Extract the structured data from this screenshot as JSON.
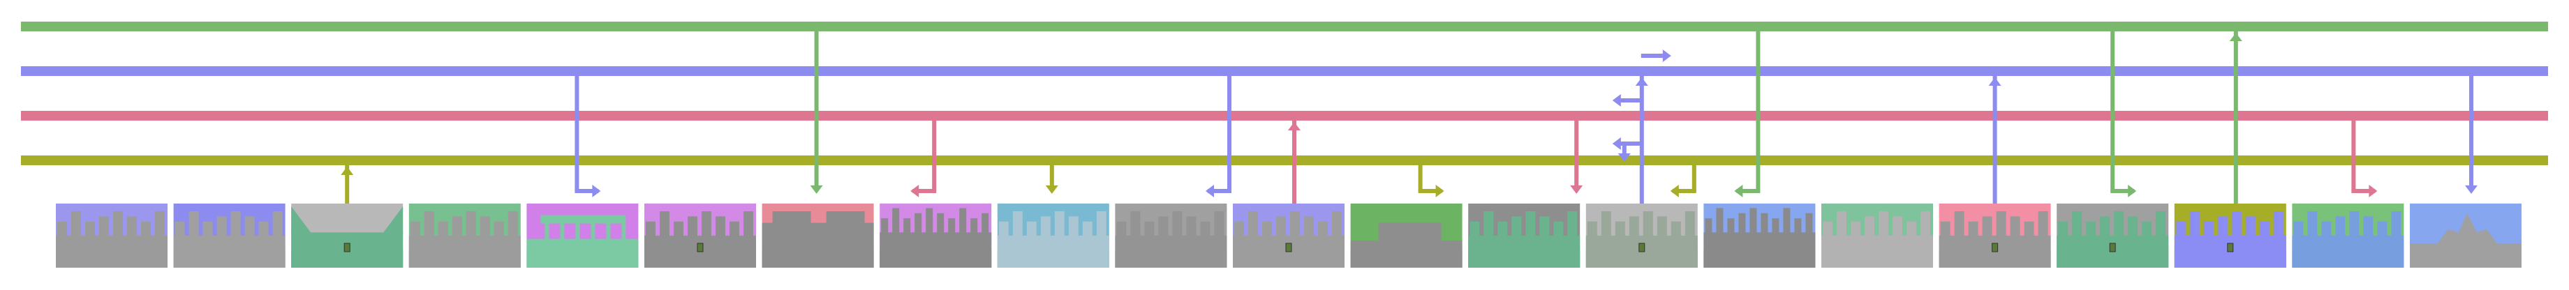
{
  "buses": [
    {
      "name": "green-bus",
      "color": "#7ab86e"
    },
    {
      "name": "blue-bus",
      "color": "#8c8cf0"
    },
    {
      "name": "pink-bus",
      "color": "#de7591"
    },
    {
      "name": "olive-bus",
      "color": "#a6ad26"
    }
  ],
  "frames": [
    {
      "id": 1,
      "sky": "#9b97ef",
      "ground": "#9e9e9e",
      "skyline": "#9b9b9b",
      "mode": "upper"
    },
    {
      "id": 2,
      "sky": "#8c8cf0",
      "ground": "#a0a0a0",
      "skyline": "#a0a0a0",
      "mode": "upper"
    },
    {
      "id": 3,
      "sky": "#b8b8b8",
      "ground": "#6ab38f",
      "skyline": "#6ab38f",
      "mode": "cliff"
    },
    {
      "id": 4,
      "sky": "#78c08f",
      "ground": "#a3a3a3",
      "skyline": "#9c9c9c",
      "mode": "upper"
    },
    {
      "id": 5,
      "sky": "#d080e8",
      "ground": "#7ccaa4",
      "skyline": "#7ccaa4",
      "mode": "bridge"
    },
    {
      "id": 6,
      "sky": "#d28ae6",
      "ground": "#8d8d8d",
      "skyline": "#8f8f8f",
      "mode": "upper"
    },
    {
      "id": 7,
      "sky": "#e88b98",
      "ground": "#8d8d8d",
      "skyline": "#8d8d8d",
      "mode": "blocks"
    },
    {
      "id": 8,
      "sky": "#d28ae6",
      "ground": "#8c8c8c",
      "skyline": "#8a8a8a",
      "mode": "spiky"
    },
    {
      "id": 9,
      "sky": "#7ab9d2",
      "ground": "#b5b5b5",
      "skyline": "#a9c6d2",
      "mode": "upper"
    },
    {
      "id": 10,
      "sky": "#a0a0a0",
      "ground": "#9b9b9b",
      "skyline": "#949494",
      "mode": "upper"
    },
    {
      "id": 11,
      "sky": "#9b97ef",
      "ground": "#a0a0a0",
      "skyline": "#9d9d9d",
      "mode": "upper"
    },
    {
      "id": 12,
      "sky": "#6db364",
      "ground": "#8e8e8e",
      "skyline": "#8e8e8e",
      "mode": "mesa"
    },
    {
      "id": 13,
      "sky": "#8e8e8e",
      "ground": "#6bb38f",
      "skyline": "#6bb38f",
      "mode": "upper"
    },
    {
      "id": 14,
      "sky": "#b8b8b8",
      "ground": "#a3a3a3",
      "skyline": "#9aa89b",
      "mode": "upper"
    },
    {
      "id": 15,
      "sky": "#86a6ef",
      "ground": "#8d8d8d",
      "skyline": "#8a8a8a",
      "mode": "spiky"
    },
    {
      "id": 16,
      "sky": "#7ec39c",
      "ground": "#b2b2b2",
      "skyline": "#b2b2b2",
      "mode": "upper"
    },
    {
      "id": 17,
      "sky": "#f28fa4",
      "ground": "#999999",
      "skyline": "#999999",
      "mode": "upper"
    },
    {
      "id": 18,
      "sky": "#a0a0a0",
      "ground": "#6ab38f",
      "skyline": "#6ab38f",
      "mode": "upper"
    },
    {
      "id": 19,
      "sky": "#a6ad26",
      "ground": "#8c8cf5",
      "skyline": "#8c8cf5",
      "mode": "upper"
    },
    {
      "id": 20,
      "sky": "#7ac27a",
      "ground": "#779fe0",
      "skyline": "#779fe0",
      "mode": "upper"
    },
    {
      "id": 21,
      "sky": "#86a6ef",
      "ground": "#a0a0a0",
      "skyline": "#a0a0a0",
      "mode": "peak"
    }
  ],
  "connectors": [
    {
      "name": "olive-up-frame3",
      "bus": 3,
      "dir": "up",
      "frame": 3,
      "offset": 0,
      "turn": null
    },
    {
      "name": "blue-down-right-frame5",
      "bus": 1,
      "dir": "down",
      "frame": 5,
      "offset": -8,
      "turn": "right"
    },
    {
      "name": "green-down-frame7",
      "bus": 0,
      "dir": "down",
      "frame": 7,
      "offset": -2,
      "turn": null
    },
    {
      "name": "pink-down-left-frame8",
      "bus": 2,
      "dir": "down",
      "frame": 8,
      "offset": -2,
      "turn": "left"
    },
    {
      "name": "olive-down-frame9",
      "bus": 3,
      "dir": "down",
      "frame": 9,
      "offset": -2,
      "turn": null
    },
    {
      "name": "blue-down-left-frame11",
      "bus": 1,
      "dir": "down",
      "frame": 11,
      "offset": -85,
      "turn": "left"
    },
    {
      "name": "pink-up-frame11",
      "bus": 2,
      "dir": "up",
      "frame": 11,
      "offset": 8,
      "turn": null
    },
    {
      "name": "olive-down-right-frame12",
      "bus": 3,
      "dir": "down",
      "frame": 12,
      "offset": 20,
      "turn": "right"
    },
    {
      "name": "pink-down-frame13",
      "bus": 2,
      "dir": "down",
      "frame": 13,
      "offset": 75,
      "turn": null
    },
    {
      "name": "blue-up-frame14",
      "bus": 1,
      "dir": "up",
      "frame": 14,
      "offset": 0,
      "turn": null
    },
    {
      "name": "olive-down-left-frame14",
      "bus": 3,
      "dir": "down",
      "frame": 14,
      "offset": 75,
      "turn": "left"
    },
    {
      "name": "green-down-left-frame15",
      "bus": 0,
      "dir": "down",
      "frame": 15,
      "offset": -2,
      "turn": "left"
    },
    {
      "name": "blue-up-frame17",
      "bus": 1,
      "dir": "up",
      "frame": 17,
      "offset": 0,
      "turn": null
    },
    {
      "name": "green-down-right-frame18",
      "bus": 0,
      "dir": "down",
      "frame": 18,
      "offset": 0,
      "turn": "right"
    },
    {
      "name": "green-up-frame19",
      "bus": 0,
      "dir": "up",
      "frame": 19,
      "offset": 8,
      "turn": null
    },
    {
      "name": "pink-down-right-frame20",
      "bus": 2,
      "dir": "down",
      "frame": 20,
      "offset": 8,
      "turn": "right"
    },
    {
      "name": "blue-down-frame21",
      "bus": 1,
      "dir": "down",
      "frame": 21,
      "offset": 8,
      "turn": null
    }
  ],
  "side_arrows": [
    {
      "name": "blue-stub-right-1",
      "bus": 1,
      "dir": "right",
      "frame": 14
    },
    {
      "name": "blue-stub-left-1",
      "bus": 2,
      "dir": "left",
      "frame": 14
    },
    {
      "name": "blue-stub-left-2",
      "bus": 3,
      "dir": "left",
      "frame": 14
    }
  ],
  "sprites": [
    3,
    6,
    11,
    14,
    17,
    18,
    19
  ]
}
